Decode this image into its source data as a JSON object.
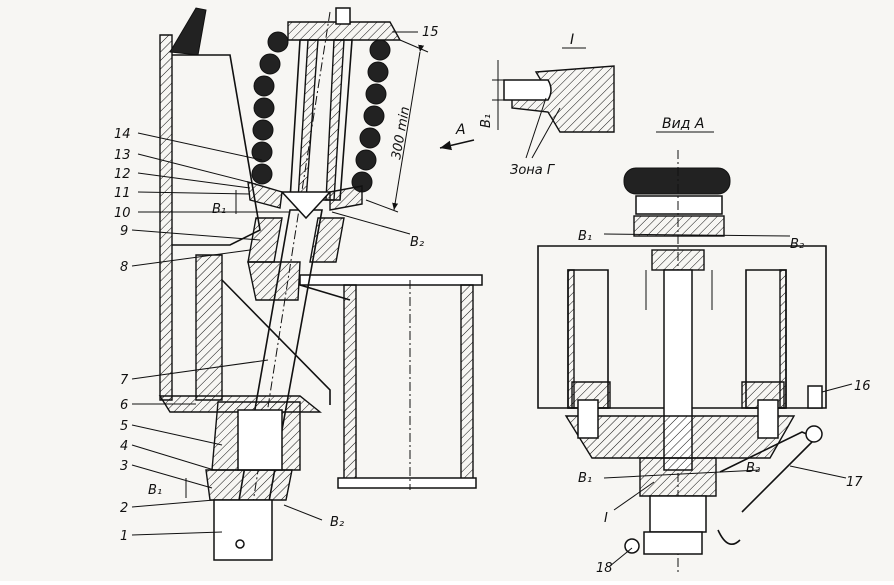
{
  "main_view": {
    "callouts": [
      "1",
      "2",
      "3",
      "4",
      "5",
      "6",
      "7",
      "8",
      "9",
      "10",
      "11",
      "12",
      "13",
      "14",
      "15"
    ],
    "dimension_label": "300 min",
    "view_arrow_label": "A",
    "gap_labels": {
      "b1_top": "B₁",
      "b2_top": "B₂",
      "b1_bottom": "B₁",
      "b2_bottom": "B₂"
    }
  },
  "detail_view": {
    "title": "I",
    "gap_label": "B₁",
    "zone_label": "Зона Г"
  },
  "view_a": {
    "title": "Вид А",
    "gap_labels": {
      "b1_top": "B₁",
      "b2_top": "B₂",
      "b1_bottom": "B₁",
      "b2_bottom": "B₂"
    },
    "callouts": [
      "16",
      "17",
      "18"
    ],
    "detail_ref": "I"
  }
}
